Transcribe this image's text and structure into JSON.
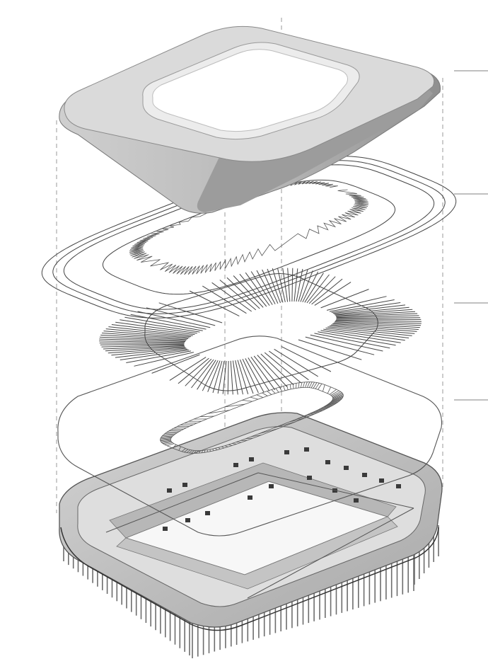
{
  "diagram": {
    "type": "exploded-axonometric",
    "layers": [
      {
        "id": "roof-cladding"
      },
      {
        "id": "roof-membrane-rings"
      },
      {
        "id": "radial-roof-trusses"
      },
      {
        "id": "compression-ring-and-edge"
      },
      {
        "id": "stadium-bowl-with-columns"
      }
    ],
    "leader_count": 4,
    "colors": {
      "roof_top": "#d7d7d7",
      "roof_side": "#b4b4b4",
      "roof_shadow": "#8e8e8e",
      "opening": "#ffffff",
      "line": "#444444",
      "guide": "#9a9a9a",
      "bowl": "#c9c9c9",
      "bowl_dark": "#9c9c9c",
      "columns": "#6d6d6d"
    }
  }
}
